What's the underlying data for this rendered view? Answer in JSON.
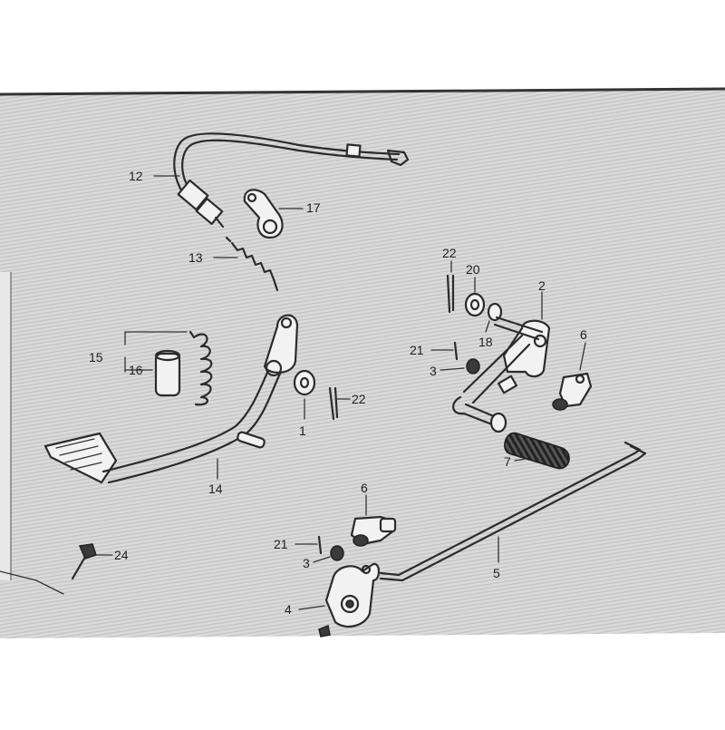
{
  "diagram": {
    "colors": {
      "screen_bg": "#d6d6d6",
      "line": "#2b2b2b",
      "label": "#1e1e1e",
      "bezel": "#ffffff"
    },
    "callouts": {
      "c1": "1",
      "c2": "2",
      "c3a": "3",
      "c3b": "3",
      "c4": "4",
      "c5": "5",
      "c6a": "6",
      "c6b": "6",
      "c7": "7",
      "c12": "12",
      "c13": "13",
      "c14": "14",
      "c15": "15",
      "c16": "16",
      "c17": "17",
      "c18": "18",
      "c20": "20",
      "c21a": "21",
      "c21b": "21",
      "c22a": "22",
      "c22b": "22",
      "c24": "24"
    }
  }
}
